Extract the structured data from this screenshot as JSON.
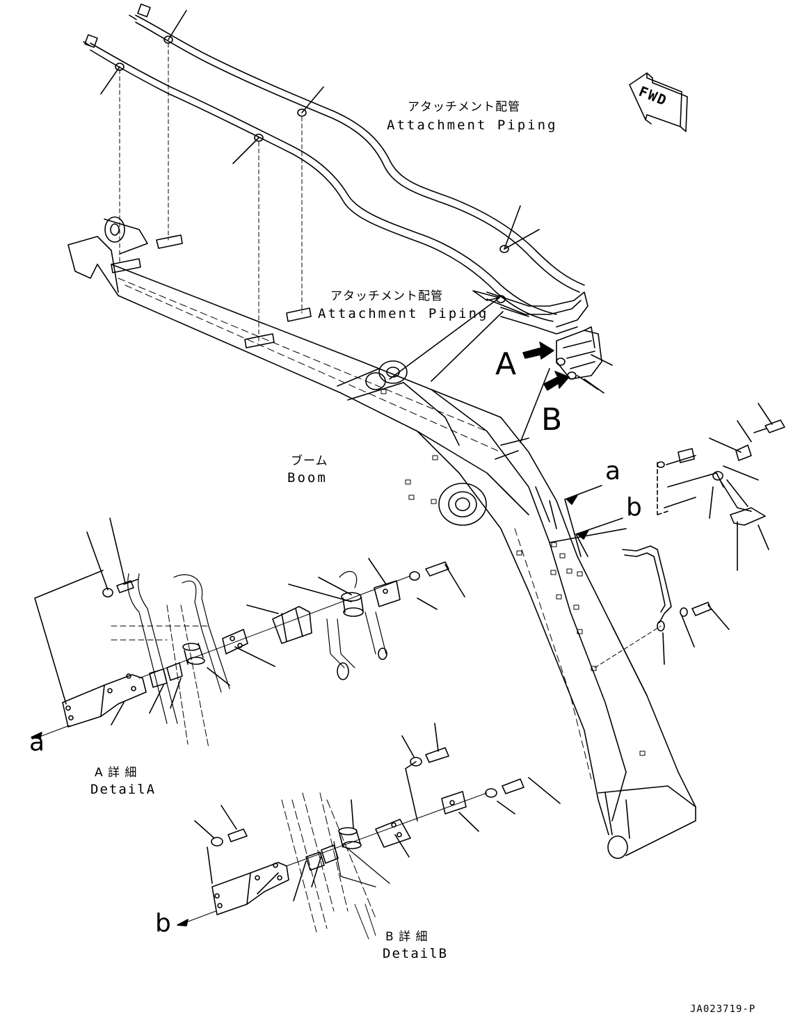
{
  "labels": {
    "attachment_piping_upper_jp": "アタッチメント配管",
    "attachment_piping_upper_en": "Attachment Piping",
    "attachment_piping_mid_jp": "アタッチメント配管",
    "attachment_piping_mid_en": "Attachment Piping",
    "boom_jp": "ブーム",
    "boom_en": "Boom",
    "fwd": "FWD",
    "callout_A": "A",
    "callout_B": "B",
    "ref_a_top": "a",
    "ref_b_top": "b",
    "ref_a_detail": "a",
    "ref_b_detail": "b",
    "detail_a_jp": "A 詳 細",
    "detail_a_en": "DetailA",
    "detail_b_jp": "B 詳 細",
    "detail_b_en": "DetailB",
    "drawing_number": "JA023719-P"
  },
  "colors": {
    "ink": "#000000",
    "paper": "#ffffff"
  }
}
